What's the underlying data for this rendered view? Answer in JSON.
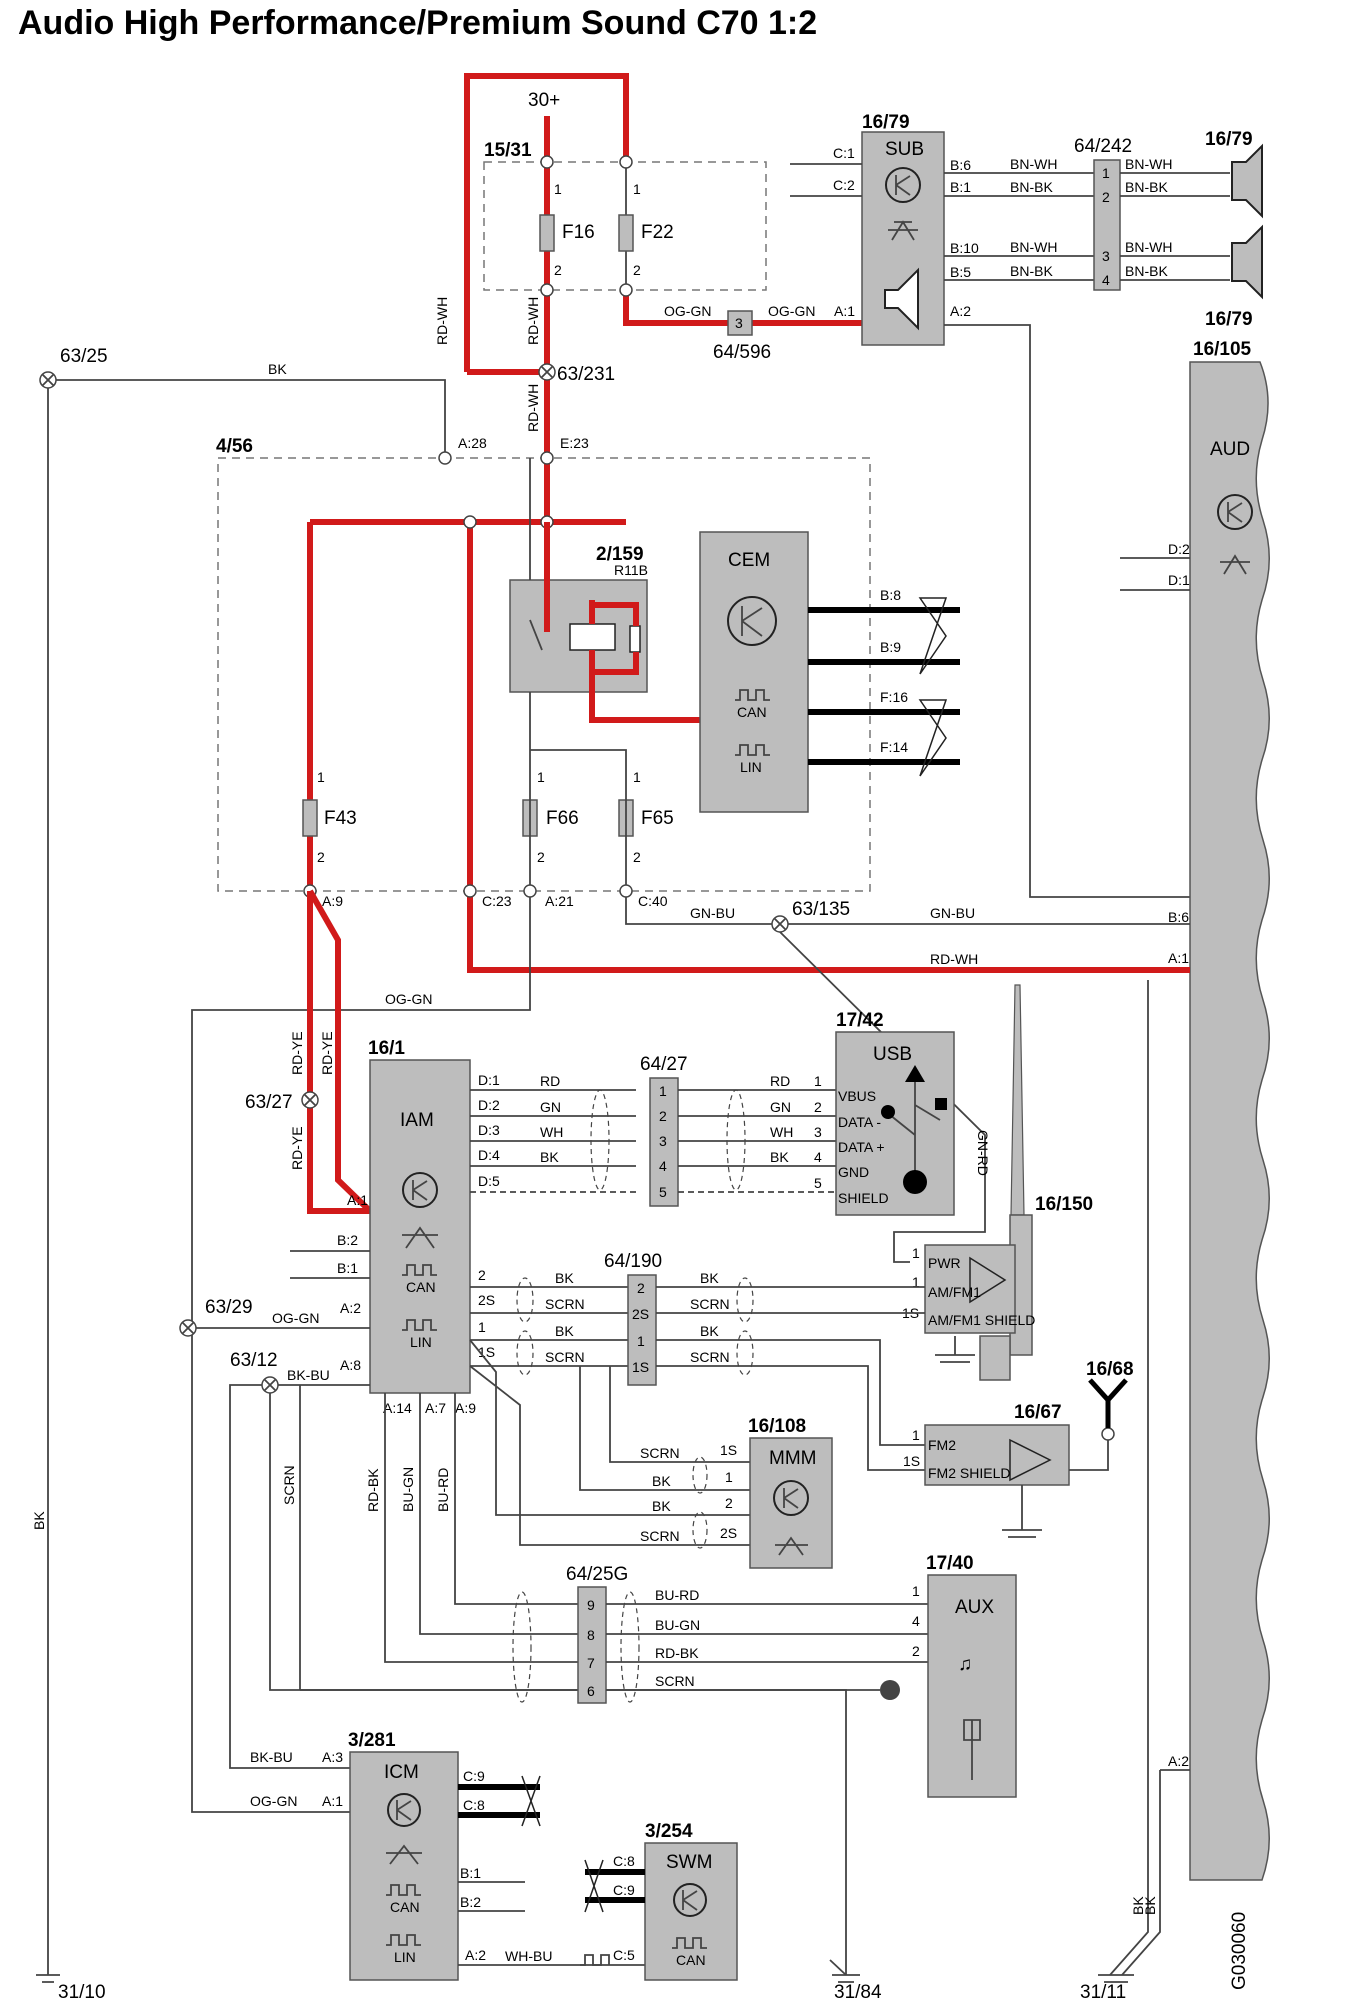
{
  "title": "Audio High Performance/Premium Sound C70 1:2",
  "drawing_id": "G030060",
  "colors": {
    "power_wire": "#d11a1a",
    "component_fill": "#bdbdbd",
    "bus_wire": "#000000"
  },
  "components": {
    "supply": {
      "label": "30+"
    },
    "fusebox_top": {
      "id": "15/31",
      "fuse_a": "F16",
      "fuse_b": "F22"
    },
    "sub": {
      "id": "16/79",
      "name": "SUB"
    },
    "connector_242": {
      "id": "64/242"
    },
    "speaker_1": {
      "id": "16/79"
    },
    "speaker_2": {
      "id": "16/79"
    },
    "aud": {
      "id": "16/105",
      "name": "AUD"
    },
    "cem_box": {
      "id": "4/56"
    },
    "relay": {
      "id": "2/159",
      "sub": "R11B"
    },
    "cem": {
      "name": "CEM",
      "can": "CAN",
      "lin": "LIN"
    },
    "fuses_lower": {
      "f43": "F43",
      "f66": "F66",
      "f65": "F65"
    },
    "iam": {
      "id": "16/1",
      "name": "IAM",
      "can": "CAN",
      "lin": "LIN"
    },
    "usb": {
      "id": "17/42",
      "name": "USB",
      "pins": [
        "VBUS",
        "DATA -",
        "DATA +",
        "GND",
        "SHIELD"
      ]
    },
    "connector_27": {
      "id": "64/27"
    },
    "connector_190": {
      "id": "64/190"
    },
    "antenna_amp": {
      "id": "16/150",
      "pins": [
        "PWR",
        "AM/FM1",
        "AM/FM1 SHIELD"
      ]
    },
    "fm2_amp": {
      "id": "16/67",
      "pins": [
        "FM2",
        "FM2 SHIELD"
      ]
    },
    "antenna": {
      "id": "16/68"
    },
    "mmm": {
      "id": "16/108",
      "name": "MMM"
    },
    "connector_25g": {
      "id": "64/25G"
    },
    "aux": {
      "id": "17/40",
      "name": "AUX"
    },
    "icm": {
      "id": "3/281",
      "name": "ICM",
      "can": "CAN",
      "lin": "LIN"
    },
    "swm": {
      "id": "3/254",
      "name": "SWM",
      "can": "CAN"
    }
  },
  "splices": {
    "s_63_25": "63/25",
    "s_63_231": "63/231",
    "s_63_135": "63/135",
    "s_63_27": "63/27",
    "s_63_29": "63/29",
    "s_63_12": "63/12",
    "s_64_596": "64/596"
  },
  "grounds": {
    "g1": "31/10",
    "g2": "31/84",
    "g3": "31/11"
  },
  "wire_colors": {
    "bk": "BK",
    "rdwh": "RD-WH",
    "oggn": "OG-GN",
    "bnwh": "BN-WH",
    "bnbk": "BN-BK",
    "gnbu": "GN-BU",
    "rdye": "RD-YE",
    "rd": "RD",
    "gn": "GN",
    "wh": "WH",
    "scrn": "SCRN",
    "gnrd": "GN-RD",
    "bkbu": "BK-BU",
    "rdbk": "RD-BK",
    "bugn": "BU-GN",
    "burd": "BU-RD",
    "whbu": "WH-BU"
  },
  "pins": {
    "c1": "C:1",
    "c2": "C:2",
    "b6": "B:6",
    "b1": "B:1",
    "b10": "B:10",
    "b5": "B:5",
    "a1": "A:1",
    "a2": "A:2",
    "d2": "D:2",
    "d1": "D:1",
    "a28": "A:28",
    "e23": "E:23",
    "b8": "B:8",
    "b9": "B:9",
    "f16": "F:16",
    "f14": "F:14",
    "a9": "A:9",
    "c23": "C:23",
    "a21": "A:21",
    "c40": "C:40",
    "b6aud": "B:6",
    "a1aud": "A:1",
    "iam_d1": "D:1",
    "iam_d2": "D:2",
    "iam_d3": "D:3",
    "iam_d4": "D:4",
    "iam_d5": "D:5",
    "iam_a1": "A:1",
    "iam_b2": "B:2",
    "iam_b1": "B:1",
    "iam_a2": "A:2",
    "iam_a8": "A:8",
    "iam_a14": "A:14",
    "iam_a7": "A:7",
    "iam_a9": "A:9",
    "icm_a3": "A:3",
    "icm_a1": "A:1",
    "icm_c9": "C:9",
    "icm_c8": "C:8",
    "icm_b1": "B:1",
    "icm_b2": "B:2",
    "icm_a2": "A:2",
    "swm_c8": "C:8",
    "swm_c9": "C:9",
    "swm_c5": "C:5",
    "aud_a2": "A:2",
    "n1": "1",
    "n2": "2",
    "n3": "3",
    "n4": "4",
    "n5": "5",
    "n6": "6",
    "n7": "7",
    "n8": "8",
    "n9": "9",
    "s1": "1S",
    "s2": "2S"
  }
}
